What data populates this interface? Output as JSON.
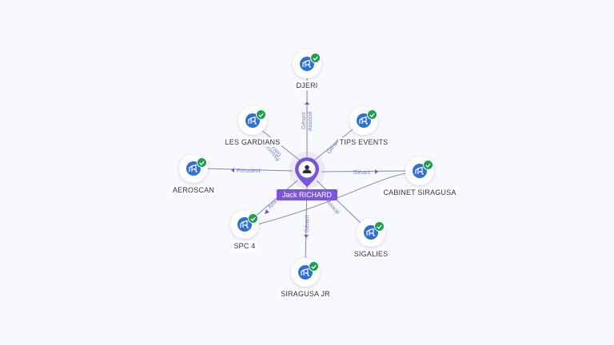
{
  "person": {
    "name": "Jack RICHARD",
    "icon": "person-icon",
    "color": "#7b55db"
  },
  "colors": {
    "company_icon": "#2f6fd6",
    "verified_badge": "#1e9e4f",
    "edge": "#8088b0",
    "edge_label": "#7a7fc4"
  },
  "companies": [
    {
      "id": "djeri",
      "name": "DJERI",
      "roles": [
        "Gérant",
        "Associé"
      ],
      "verified": true,
      "icon": "building-icon"
    },
    {
      "id": "les-gardians",
      "name": "LES GARDIANS",
      "roles": [
        "Gérant",
        "Associé"
      ],
      "verified": true,
      "icon": "building-icon"
    },
    {
      "id": "tips-events",
      "name": "TIPS EVENTS",
      "roles": [
        "Gérant"
      ],
      "verified": true,
      "icon": "building-icon"
    },
    {
      "id": "aeroscan",
      "name": "AEROSCAN",
      "roles": [
        "Président"
      ],
      "verified": true,
      "icon": "building-icon"
    },
    {
      "id": "cabinet-siragusa",
      "name": "CABINET SIRAGUSA",
      "roles": [
        "Gérant"
      ],
      "verified": true,
      "icon": "building-icon"
    },
    {
      "id": "spc-4",
      "name": "SPC 4",
      "roles": [
        "Associé"
      ],
      "verified": true,
      "icon": "building-icon"
    },
    {
      "id": "sigalies",
      "name": "SIGALIES",
      "roles": [
        "Associé"
      ],
      "verified": true,
      "icon": "building-icon"
    },
    {
      "id": "siragusa-jr",
      "name": "SIRAGUSA JR",
      "roles": [
        "Gérant"
      ],
      "verified": true,
      "icon": "building-icon"
    }
  ]
}
